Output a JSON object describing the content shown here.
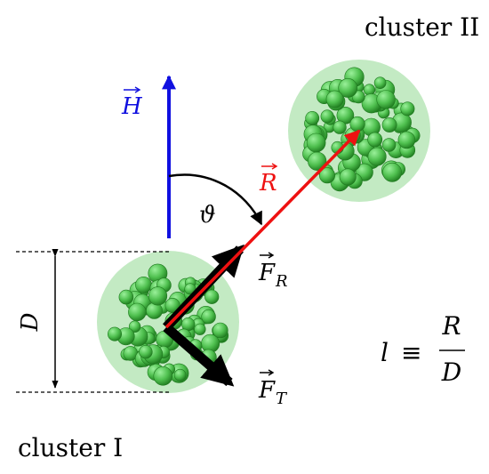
{
  "labels": {
    "cluster_1": "cluster I",
    "cluster_2": "cluster II",
    "field": "H",
    "separation": "R",
    "angle": "ϑ",
    "diameter": "D",
    "force_radial": "F",
    "force_radial_sub": "R",
    "force_tangential": "F",
    "force_tangential_sub": "T",
    "ratio_lhs": "l",
    "ratio_equiv": "≡",
    "ratio_numerator": "R",
    "ratio_denominator": "D"
  },
  "colors": {
    "field_arrow": "#1010e0",
    "separation_arrow": "#ee1111",
    "force_arrows": "#000000",
    "cluster_fill": "#5cc85c",
    "cluster_halo": "#b9e6b9",
    "cluster_shadow": "#1f7a1f"
  },
  "icons": {
    "vector_mark": "right-arrow-accent"
  }
}
